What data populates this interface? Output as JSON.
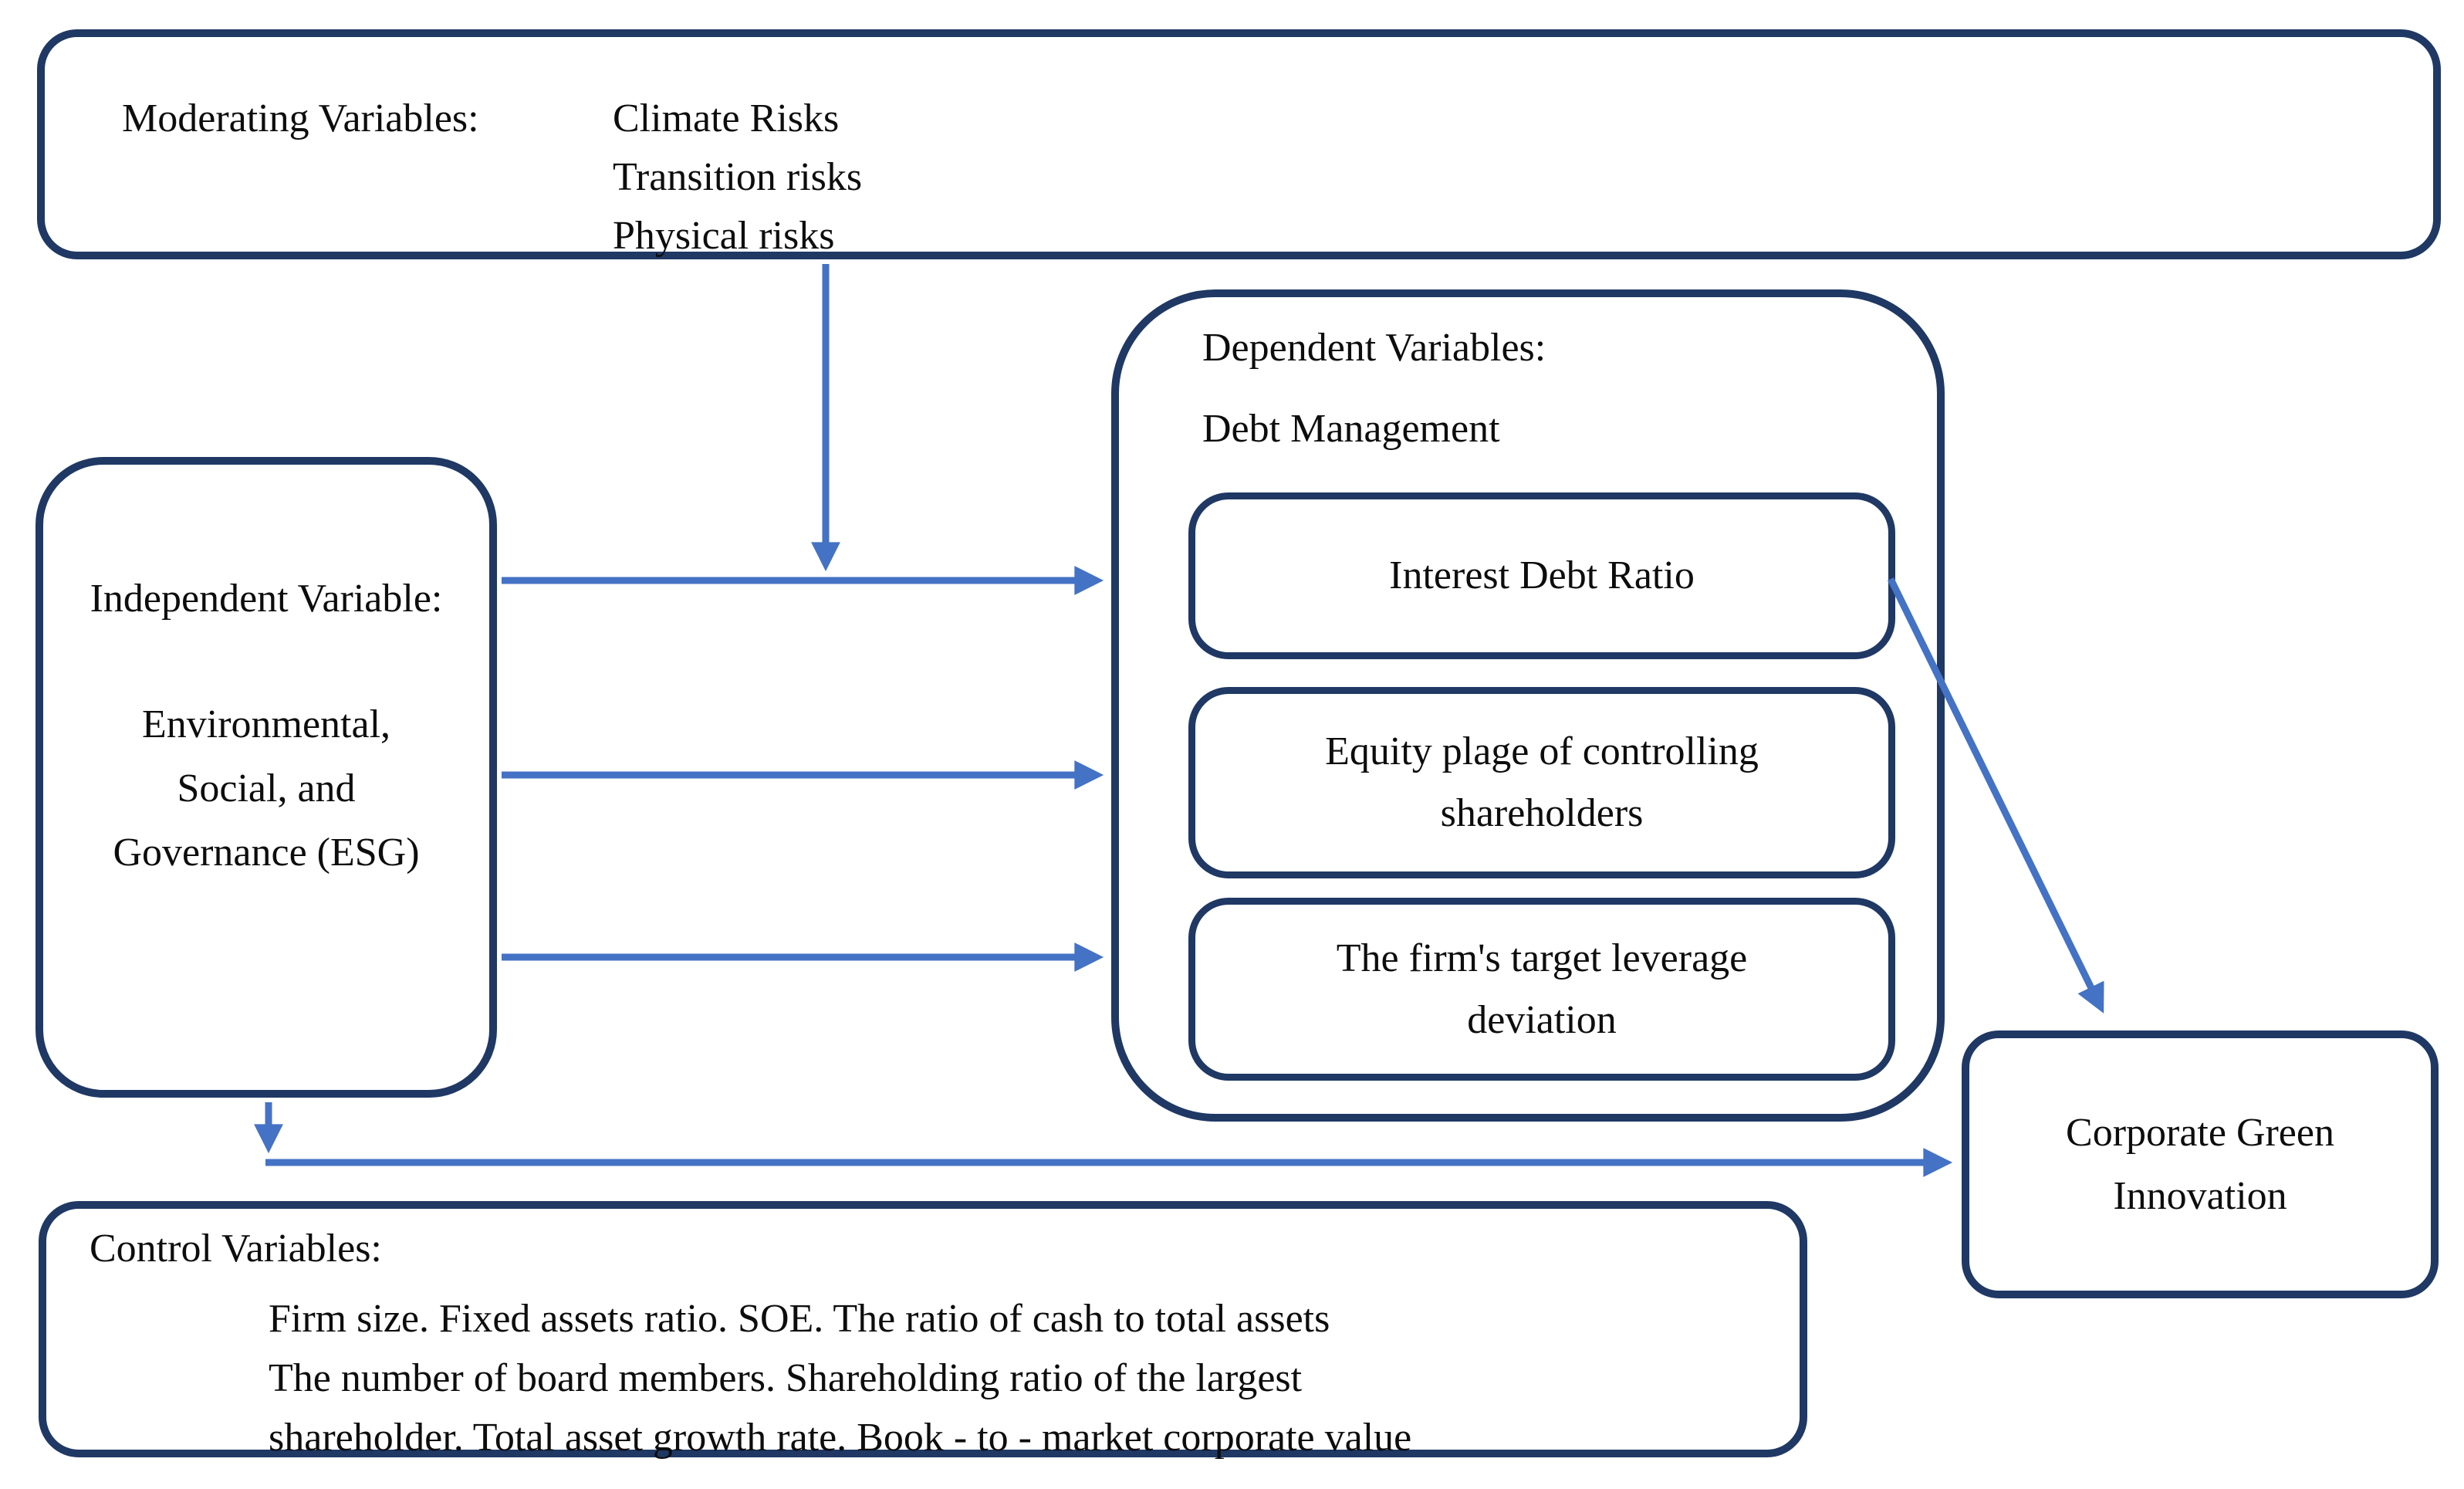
{
  "colors": {
    "box_border": "#1f3864",
    "arrow": "#4472c4",
    "text": "#0d0d0d",
    "background": "#ffffff"
  },
  "boxes": {
    "moderating": {
      "title": "Moderating Variables:",
      "items": [
        "Climate Risks",
        "Transition risks",
        "Physical risks"
      ]
    },
    "independent": {
      "title": "Independent Variable:",
      "lines": [
        "Environmental,",
        "Social, and",
        "Governance (ESG)"
      ]
    },
    "dependent": {
      "title": "Dependent Variables:",
      "subtitle": "Debt Management",
      "items": [
        {
          "lines": [
            "Interest Debt Ratio"
          ]
        },
        {
          "lines": [
            "Equity plage of controlling",
            "shareholders"
          ]
        },
        {
          "lines": [
            "The firm's target leverage",
            "deviation"
          ]
        }
      ]
    },
    "outcome": {
      "lines": [
        "Corporate Green",
        "Innovation"
      ]
    },
    "control": {
      "title": "Control Variables:",
      "lines": [
        "Firm size. Fixed assets ratio. SOE. The ratio of cash to total assets",
        "The number of board members. Shareholding ratio of the largest",
        "shareholder. Total asset growth rate. Book - to - market corporate value"
      ]
    }
  }
}
